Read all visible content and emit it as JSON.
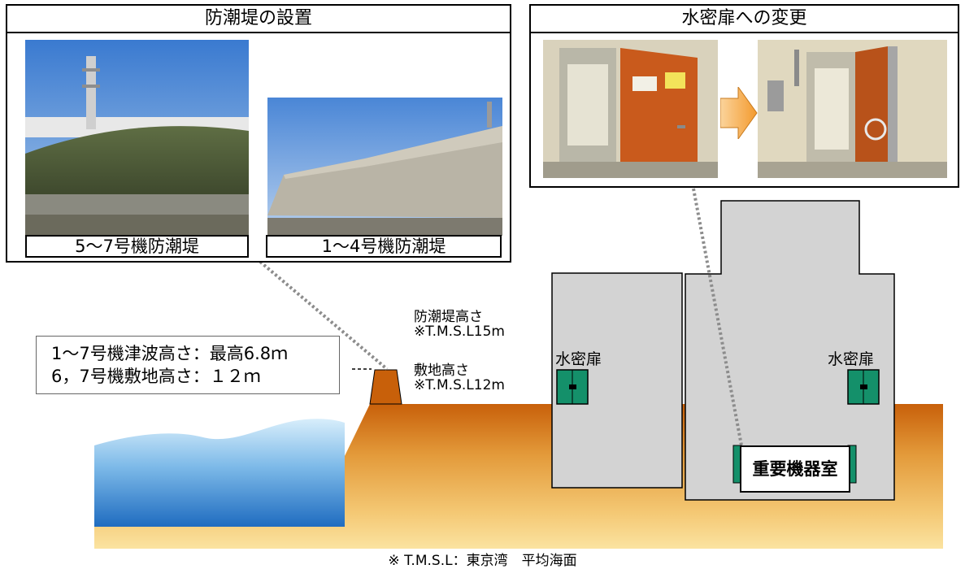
{
  "seawall_panel": {
    "title": "防潮堤の設置",
    "photo1_label": "5〜7号機防潮堤",
    "photo2_label": "1〜4号機防潮堤"
  },
  "door_panel": {
    "title": "水密扉への変更"
  },
  "info_box": {
    "line1": "1〜7号機津波高さ：最高6.8ｍ",
    "line2": "6，7号機敷地高さ：１２ｍ"
  },
  "annotations": {
    "seawall_height_label": "防潮堤高さ",
    "seawall_height_value": "※T.M.S.L15m",
    "site_height_label": "敷地高さ",
    "site_height_value": "※T.M.S.L12m"
  },
  "buildings": {
    "door_label_left": "水密扉",
    "door_label_right": "水密扉",
    "room_label": "重要機器室"
  },
  "footnote": "※ T.M.S.L：東京湾　平均海面",
  "colors": {
    "ground": "#d46a10",
    "sea": "#3c8ed4",
    "building": "#d3d3d3",
    "door": "#14906a"
  }
}
